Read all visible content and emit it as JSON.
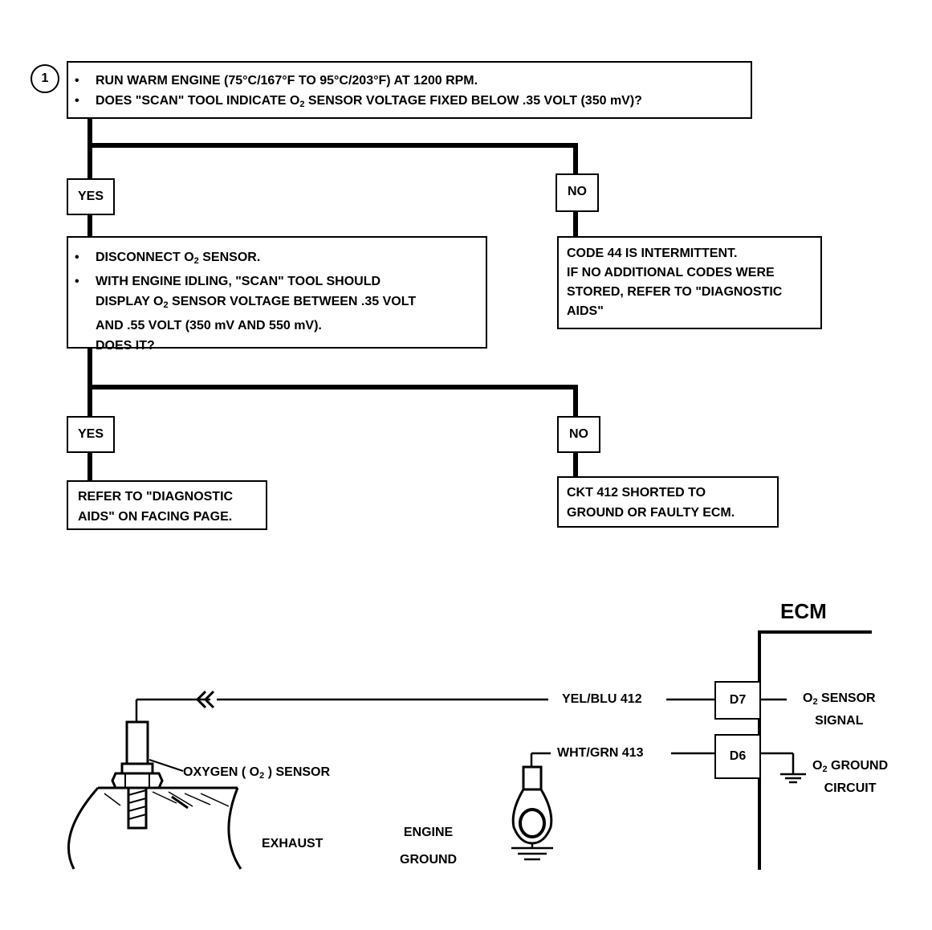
{
  "flowchart": {
    "step_number": "1",
    "step1": {
      "line1": "RUN WARM ENGINE (75°C/167°F TO 95°C/203°F) AT 1200 RPM.",
      "line2_pre": "DOES \"SCAN\" TOOL INDICATE O",
      "line2_sub": "2",
      "line2_post": " SENSOR VOLTAGE FIXED BELOW .35 VOLT (350 mV)?"
    },
    "yes1": "YES",
    "no1": "NO",
    "step2": {
      "line1_pre": "DISCONNECT O",
      "line1_sub": "2",
      "line1_post": " SENSOR.",
      "line2": "WITH ENGINE IDLING, \"SCAN\" TOOL SHOULD",
      "line3_pre": "DISPLAY O",
      "line3_sub": "2",
      "line3_post": " SENSOR VOLTAGE BETWEEN .35 VOLT",
      "line4": "AND .55 VOLT (350 mV AND 550 mV).",
      "line5": "DOES IT?"
    },
    "no1_result": {
      "line1": "CODE 44 IS INTERMITTENT.",
      "line2": "IF NO ADDITIONAL CODES WERE",
      "line3": "STORED, REFER TO \"DIAGNOSTIC",
      "line4": "AIDS\""
    },
    "yes2": "YES",
    "no2": "NO",
    "yes2_result": {
      "line1": "REFER TO \"DIAGNOSTIC",
      "line2": "AIDS\" ON FACING PAGE."
    },
    "no2_result": {
      "line1": "CKT 412 SHORTED TO",
      "line2": "GROUND OR FAULTY ECM."
    }
  },
  "schematic": {
    "ecm_label": "ECM",
    "wire1": "YEL/BLU 412",
    "wire2": "WHT/GRN 413",
    "pin1": "D7",
    "pin2": "D6",
    "pin1_desc": {
      "line1_pre": "O",
      "line1_sub": "2",
      "line1_post": " SENSOR",
      "line2": "SIGNAL"
    },
    "pin2_desc": {
      "line1_pre": "O",
      "line1_sub": "2",
      "line1_post": " GROUND",
      "line2": "CIRCUIT"
    },
    "sensor_label": {
      "pre": "OXYGEN ( O",
      "sub": "2",
      "post": " ) SENSOR"
    },
    "exhaust_label": "EXHAUST",
    "engine_ground": {
      "line1": "ENGINE",
      "line2": "GROUND"
    }
  }
}
